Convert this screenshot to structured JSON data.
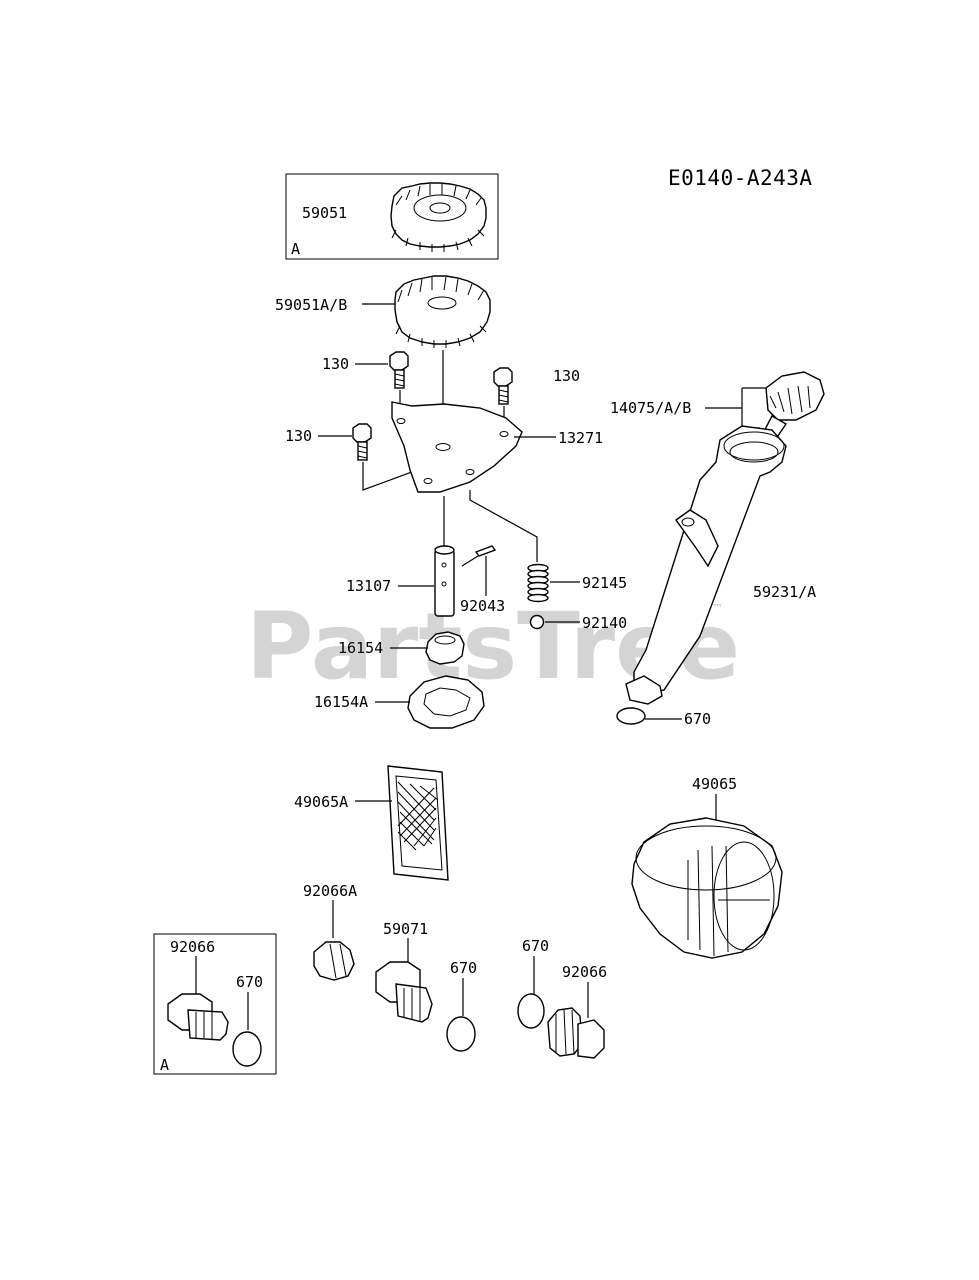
{
  "diagram_code": "E0140-A243A",
  "watermark": "PartsTree",
  "watermark_tm": "™",
  "inset_tag": "A",
  "parts": {
    "gear_a": "59051",
    "gear": "59051A/B",
    "bolt_1": "130",
    "bolt_2": "130",
    "bolt_3": "130",
    "plate": "13271",
    "shaft": "13107",
    "pin": "92043",
    "spring": "92145",
    "ball": "92140",
    "rotor_inner": "16154",
    "rotor_outer": "16154A",
    "dipstick": "14075/A/B",
    "gauge_pipe": "59231/A",
    "oring_pipe": "670",
    "strainer": "49065A",
    "oil_filter": "49065",
    "plug_a": "92066",
    "oring_a": "670",
    "plug_small": "92066A",
    "fitting": "59071",
    "oring_1": "670",
    "oring_2": "670",
    "plug": "92066"
  }
}
